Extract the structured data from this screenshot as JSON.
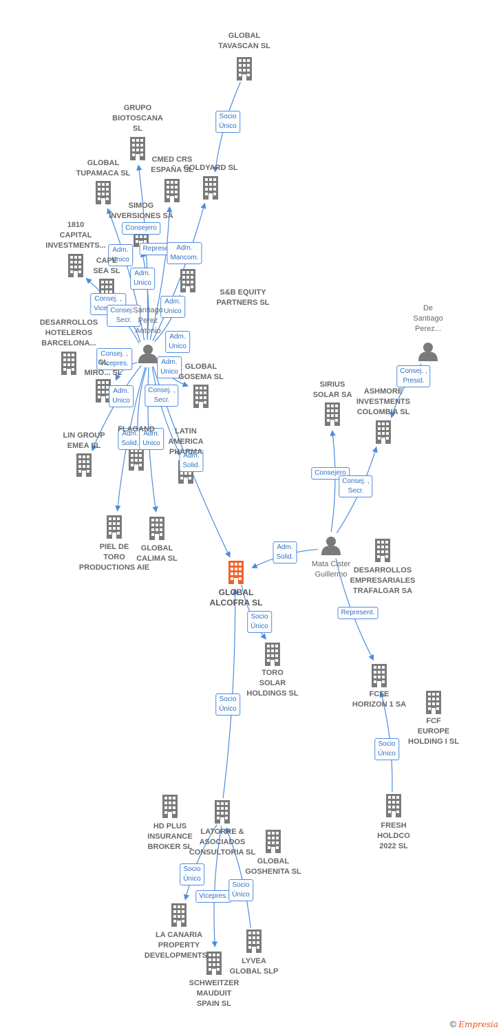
{
  "nodes": [
    {
      "id": "tavascan",
      "label": "GLOBAL\nTAVASCAN  SL",
      "type": "company"
    },
    {
      "id": "biotoscana",
      "label": "GRUPO\nBIOTOSCANA\nSL",
      "type": "company"
    },
    {
      "id": "tupamaca",
      "label": "GLOBAL\nTUPAMACA SL",
      "type": "company"
    },
    {
      "id": "cmed",
      "label": "CMED CRS\nESPAÑA  SL",
      "type": "company"
    },
    {
      "id": "goldyard",
      "label": "GOLDYARD SL",
      "type": "company"
    },
    {
      "id": "simog",
      "label": "SIMOG\nINVERSIONES SA",
      "type": "company"
    },
    {
      "id": "i1810",
      "label": "1810\nCAPITAL\nINVESTMENTS...",
      "type": "company"
    },
    {
      "id": "capesea",
      "label": "CAPE\nSEA SL",
      "type": "company"
    },
    {
      "id": "dsbe",
      "label": "S&B EQUITY\nPARTNERS  SL",
      "type": "company"
    },
    {
      "id": "desbcn",
      "label": "DESARROLLOS\nHOTELEROS\nBARCELONA...",
      "type": "company"
    },
    {
      "id": "santiago",
      "label": "Santiago\nPerez\nAntonio",
      "type": "person"
    },
    {
      "id": "gmiro",
      "label": "GL\nMIRO... SL",
      "type": "company"
    },
    {
      "id": "gosema",
      "label": "GLOBAL\nGOSEMA SL",
      "type": "company"
    },
    {
      "id": "lingroup",
      "label": "LIN GROUP\nEMEA  SL",
      "type": "company"
    },
    {
      "id": "flagand",
      "label": "FLAGAND",
      "type": "company"
    },
    {
      "id": "latam",
      "label": "LATIN\nAMERICA\nPHARMA",
      "type": "company"
    },
    {
      "id": "pieltoro",
      "label": "PIEL DE\nTORO\nPRODUCTIONS AIE",
      "type": "company"
    },
    {
      "id": "calima",
      "label": "GLOBAL\nCALIMA SL",
      "type": "company"
    },
    {
      "id": "desantiago",
      "label": "De\nSantiago\nPerez...",
      "type": "person"
    },
    {
      "id": "sirius",
      "label": "SIRIUS\nSOLAR SA",
      "type": "company"
    },
    {
      "id": "ashmore",
      "label": "ASHMORE\nINVESTMENTS\nCOLOMBIA SL",
      "type": "company"
    },
    {
      "id": "alcofra",
      "label": "GLOBAL\nALCOFRA  SL",
      "type": "focus"
    },
    {
      "id": "mata",
      "label": "Mata Cister\nGuillermo",
      "type": "person"
    },
    {
      "id": "destrafalgar",
      "label": "DESARROLLOS\nEMPRESARIALES\nTRAFALGAR SA",
      "type": "company"
    },
    {
      "id": "torosolar",
      "label": "TORO\nSOLAR\nHOLDINGS  SL",
      "type": "company"
    },
    {
      "id": "fcfe",
      "label": "FCFE\nHORIZON 1 SA",
      "type": "company"
    },
    {
      "id": "fcfeurope",
      "label": "FCF\nEUROPE\nHOLDING I  SL",
      "type": "company"
    },
    {
      "id": "hdplus",
      "label": "HD PLUS\nINSURANCE\nBROKER  SL",
      "type": "company"
    },
    {
      "id": "latorre",
      "label": "LATORRE &\nASOCIADOS\nCONSULTORIA SL",
      "type": "company"
    },
    {
      "id": "goshenita",
      "label": "GLOBAL\nGOSHENITA SL",
      "type": "company"
    },
    {
      "id": "fresh",
      "label": "FRESH\nHOLDCO\n2022  SL",
      "type": "company"
    },
    {
      "id": "lacanaria",
      "label": "LA CANARIA\nPROPERTY\nDEVELOPMENTS...",
      "type": "company"
    },
    {
      "id": "lyvea",
      "label": "LYVEA\nGLOBAL  SLP",
      "type": "company"
    },
    {
      "id": "schweitzer",
      "label": "SCHWEITZER\nMAUDUIT\nSPAIN SL",
      "type": "company"
    }
  ],
  "edges": [
    {
      "from": "tavascan",
      "to": "goldyard",
      "label": "Socio\nÚnico"
    },
    {
      "from": "santiago",
      "to": "biotoscana",
      "label": "Consejero"
    },
    {
      "from": "santiago",
      "to": "tupamaca",
      "label": "Adm.\nUnico"
    },
    {
      "from": "santiago",
      "to": "simog",
      "label": "Represent."
    },
    {
      "from": "santiago",
      "to": "cmed",
      "label": "Adm.\nUnico"
    },
    {
      "from": "santiago",
      "to": "goldyard",
      "label": "Adm.\nMancom."
    },
    {
      "from": "santiago",
      "to": "capesea",
      "label": "Consej. ,\nVicepres."
    },
    {
      "from": "santiago",
      "to": "i1810",
      "label": "Consej. ,\nSecr."
    },
    {
      "from": "santiago",
      "to": "dsbe",
      "label": "Adm.\nUnico"
    },
    {
      "from": "santiago",
      "to": "gosema",
      "label": "Adm.\nUnico"
    },
    {
      "from": "santiago",
      "to": "gmiro",
      "label": "Consej. ,\nVicepres."
    },
    {
      "from": "santiago",
      "to": "lingroup",
      "label": "Adm.\nUnico"
    },
    {
      "from": "santiago",
      "to": "flagand",
      "label": "Adm.\nUnico"
    },
    {
      "from": "santiago",
      "to": "latam",
      "label": "Consej. ,\nSecr."
    },
    {
      "from": "santiago",
      "to": "pieltoro",
      "label": "Adm.\nSolid."
    },
    {
      "from": "santiago",
      "to": "calima",
      "label": "Adm.\nUnico"
    },
    {
      "from": "santiago",
      "to": "alcofra",
      "label": "Adm.\nSolid."
    },
    {
      "from": "desantiago",
      "to": "ashmore",
      "label": "Consej. ,\nPresid."
    },
    {
      "from": "mata",
      "to": "sirius",
      "label": "Consejero"
    },
    {
      "from": "mata",
      "to": "ashmore",
      "label": "Consej. ,\nSecr."
    },
    {
      "from": "mata",
      "to": "alcofra",
      "label": "Adm.\nSolid."
    },
    {
      "from": "mata",
      "to": "fcfe",
      "label": "Represent."
    },
    {
      "from": "alcofra",
      "to": "torosolar",
      "label": "Socio\nÚnico"
    },
    {
      "from": "latorre",
      "to": "alcofra",
      "label": "Socio\nÚnico"
    },
    {
      "from": "fresh",
      "to": "fcfe",
      "label": "Socio\nÚnico"
    },
    {
      "from": "latorre",
      "to": "lacanaria",
      "label": "Socio\nÚnico"
    },
    {
      "from": "latorre",
      "to": "schweitzer",
      "label": "Vicepres."
    },
    {
      "from": "lyvea",
      "to": "latorre",
      "label": "Socio\nÚnico"
    }
  ],
  "colors": {
    "company_icon": "#7a7a7a",
    "focus_icon": "#f0622d",
    "person_icon": "#7a7a7a",
    "edge": "#4a8be0",
    "edge_label_border": "#4a8be0",
    "edge_label_text": "#2f6fc6",
    "node_label": "#666666"
  },
  "footer": {
    "copyright": "©",
    "brand": "Empresia"
  }
}
